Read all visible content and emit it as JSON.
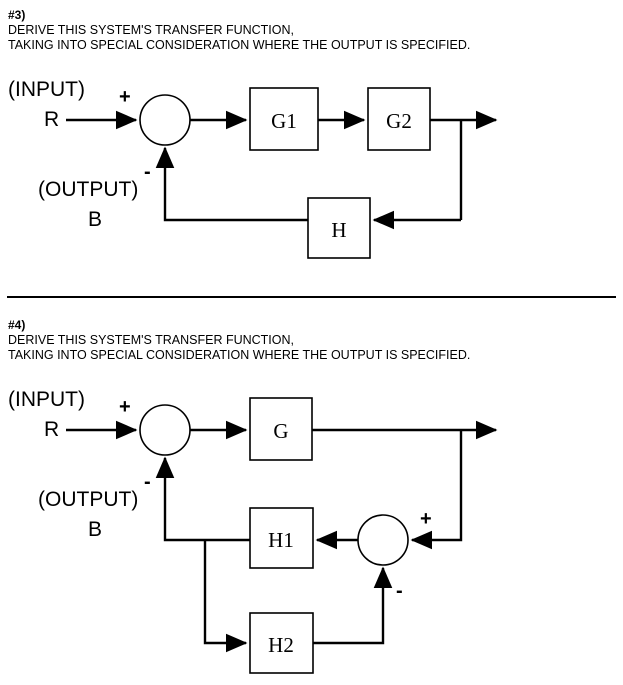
{
  "document": {
    "type": "control-systems-worksheet",
    "background_color": "#ffffff",
    "ink_color": "#000000"
  },
  "problems": [
    {
      "number": "#3)",
      "prompt_line_1": "DERIVE THIS SYSTEM'S TRANSFER FUNCTION,",
      "prompt_line_2": "TAKING INTO SPECIAL CONSIDERATION WHERE THE OUTPUT IS SPECIFIED.",
      "diagram": {
        "input_label": "(INPUT)",
        "input_signal": "R",
        "output_label": "(OUTPUT)",
        "output_signal": "B",
        "summing_junction": {
          "input_sign": "+",
          "feedback_sign": "-"
        },
        "blocks": [
          {
            "name": "G1"
          },
          {
            "name": "G2"
          },
          {
            "name": "H"
          }
        ]
      }
    },
    {
      "number": "#4)",
      "prompt_line_1": "DERIVE THIS SYSTEM'S TRANSFER FUNCTION,",
      "prompt_line_2": "TAKING INTO SPECIAL CONSIDERATION WHERE THE OUTPUT IS SPECIFIED.",
      "diagram": {
        "input_label": "(INPUT)",
        "input_signal": "R",
        "output_label": "(OUTPUT)",
        "output_signal": "B",
        "summing_junction_main": {
          "input_sign": "+",
          "feedback_sign": "-"
        },
        "summing_junction_inner": {
          "forward_sign": "+",
          "feedback_sign": "-"
        },
        "blocks": [
          {
            "name": "G"
          },
          {
            "name": "H1"
          },
          {
            "name": "H2"
          }
        ]
      }
    }
  ]
}
